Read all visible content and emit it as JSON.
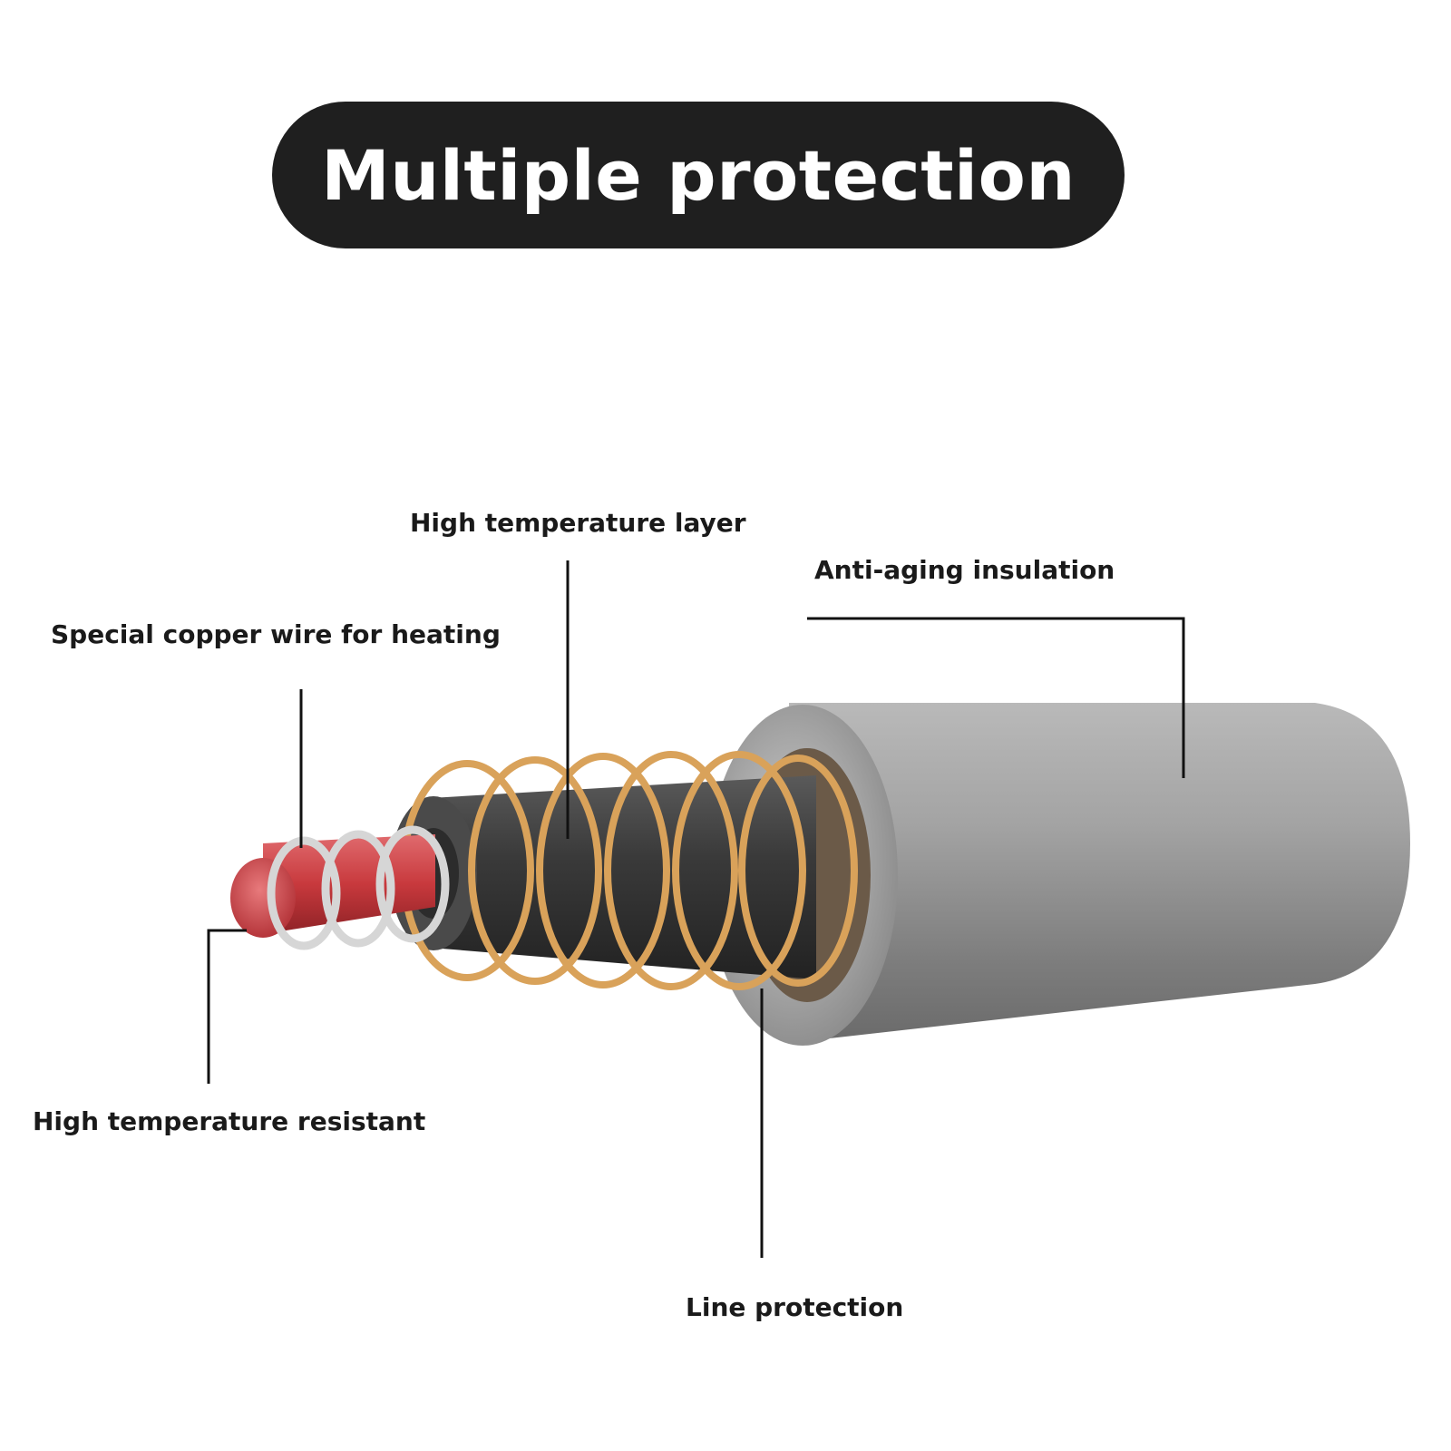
{
  "title": "Multiple protection",
  "labels": {
    "high_temperature_layer": "High temperature layer",
    "anti_aging_insulation": "Anti-aging insulation",
    "special_copper_wire": "Special copper wire for heating",
    "high_temperature_resistant": "High temperature resistant",
    "line_protection": "Line protection"
  },
  "colors": {
    "title_background": "#1f1f1f",
    "title_text": "#ffffff",
    "label_text": "#1a1a1a",
    "outer_sheath": "#8f8f8f",
    "copper_coil": "#d9a25a",
    "core": "#c8393d",
    "inner_coil": "#d6d6d6",
    "dark_layer": "#3a3a3a"
  }
}
